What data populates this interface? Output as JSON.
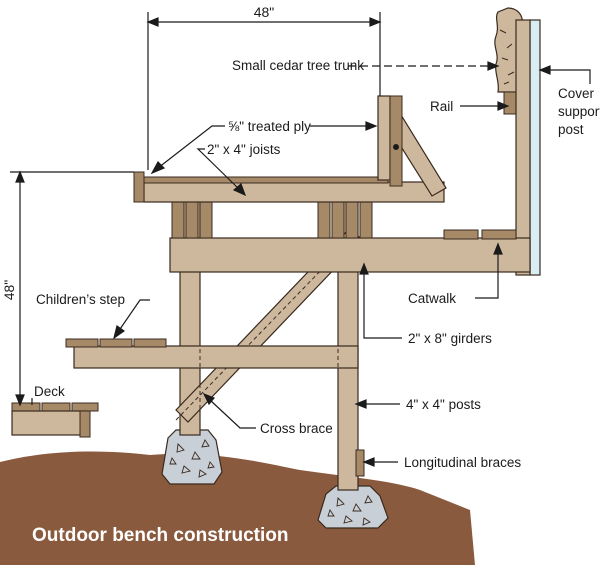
{
  "diagram": {
    "caption": "Outdoor bench construction",
    "dimensions": {
      "horizontal": "48\"",
      "vertical": "48\""
    },
    "labels": {
      "cedar_trunk": "Small cedar tree trunk",
      "ply": "⅝\" treated ply",
      "joists": "2\" x 4\" joists",
      "rail": "Rail",
      "cover_post": [
        "Cover",
        "support",
        "post"
      ],
      "childrens_step": "Children’s step",
      "catwalk": "Catwalk",
      "girders": "2\" x 8\" girders",
      "deck": "Deck",
      "posts": "4\" x 4\" posts",
      "cross_brace": "Cross brace",
      "longitudinal_braces": "Longitudinal braces"
    },
    "colors": {
      "wood": "#cdb89e",
      "wood_dark": "#a68a68",
      "outline": "#3a2a1e",
      "ground": "#8a5a3e",
      "concrete": "#c8cfd6",
      "cover_post": "#d9eef4"
    }
  }
}
